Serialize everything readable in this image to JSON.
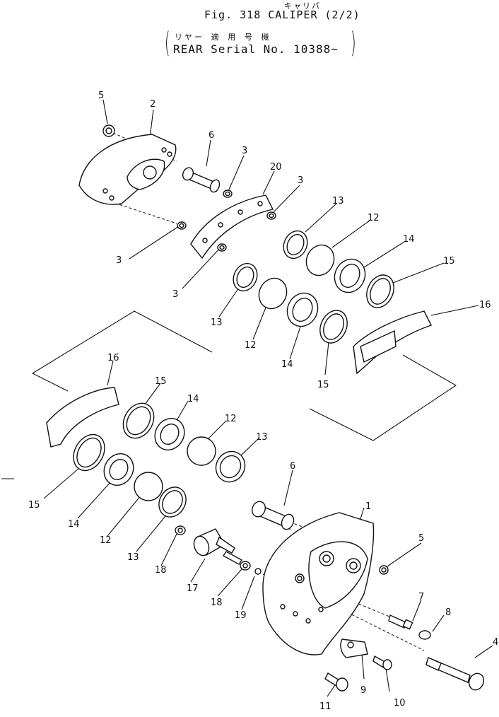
{
  "header": {
    "kana": "キャリパ",
    "title": "Fig. 318   CALIPER  (2/2)",
    "applicability_jp": "リヤー  適 用 号 機",
    "serial": "REAR Serial No. 10388~",
    "paren_left": "(",
    "paren_right": ")"
  },
  "callouts": {
    "c1": "1",
    "c2": "2",
    "c3a": "3",
    "c3b": "3",
    "c3c": "3",
    "c3d": "3",
    "c4": "4",
    "c5a": "5",
    "c5b": "5",
    "c6a": "6",
    "c6b": "6",
    "c7": "7",
    "c8": "8",
    "c9": "9",
    "c10": "10",
    "c11": "11",
    "c12a": "12",
    "c12b": "12",
    "c12c": "12",
    "c12d": "12",
    "c13a": "13",
    "c13b": "13",
    "c13c": "13",
    "c13d": "13",
    "c14a": "14",
    "c14b": "14",
    "c14c": "14",
    "c14d": "14",
    "c15a": "15",
    "c15b": "15",
    "c15c": "15",
    "c15d": "15",
    "c16a": "16",
    "c16b": "16",
    "c17": "17",
    "c18a": "18",
    "c18b": "18",
    "c19": "19",
    "c20": "20"
  }
}
